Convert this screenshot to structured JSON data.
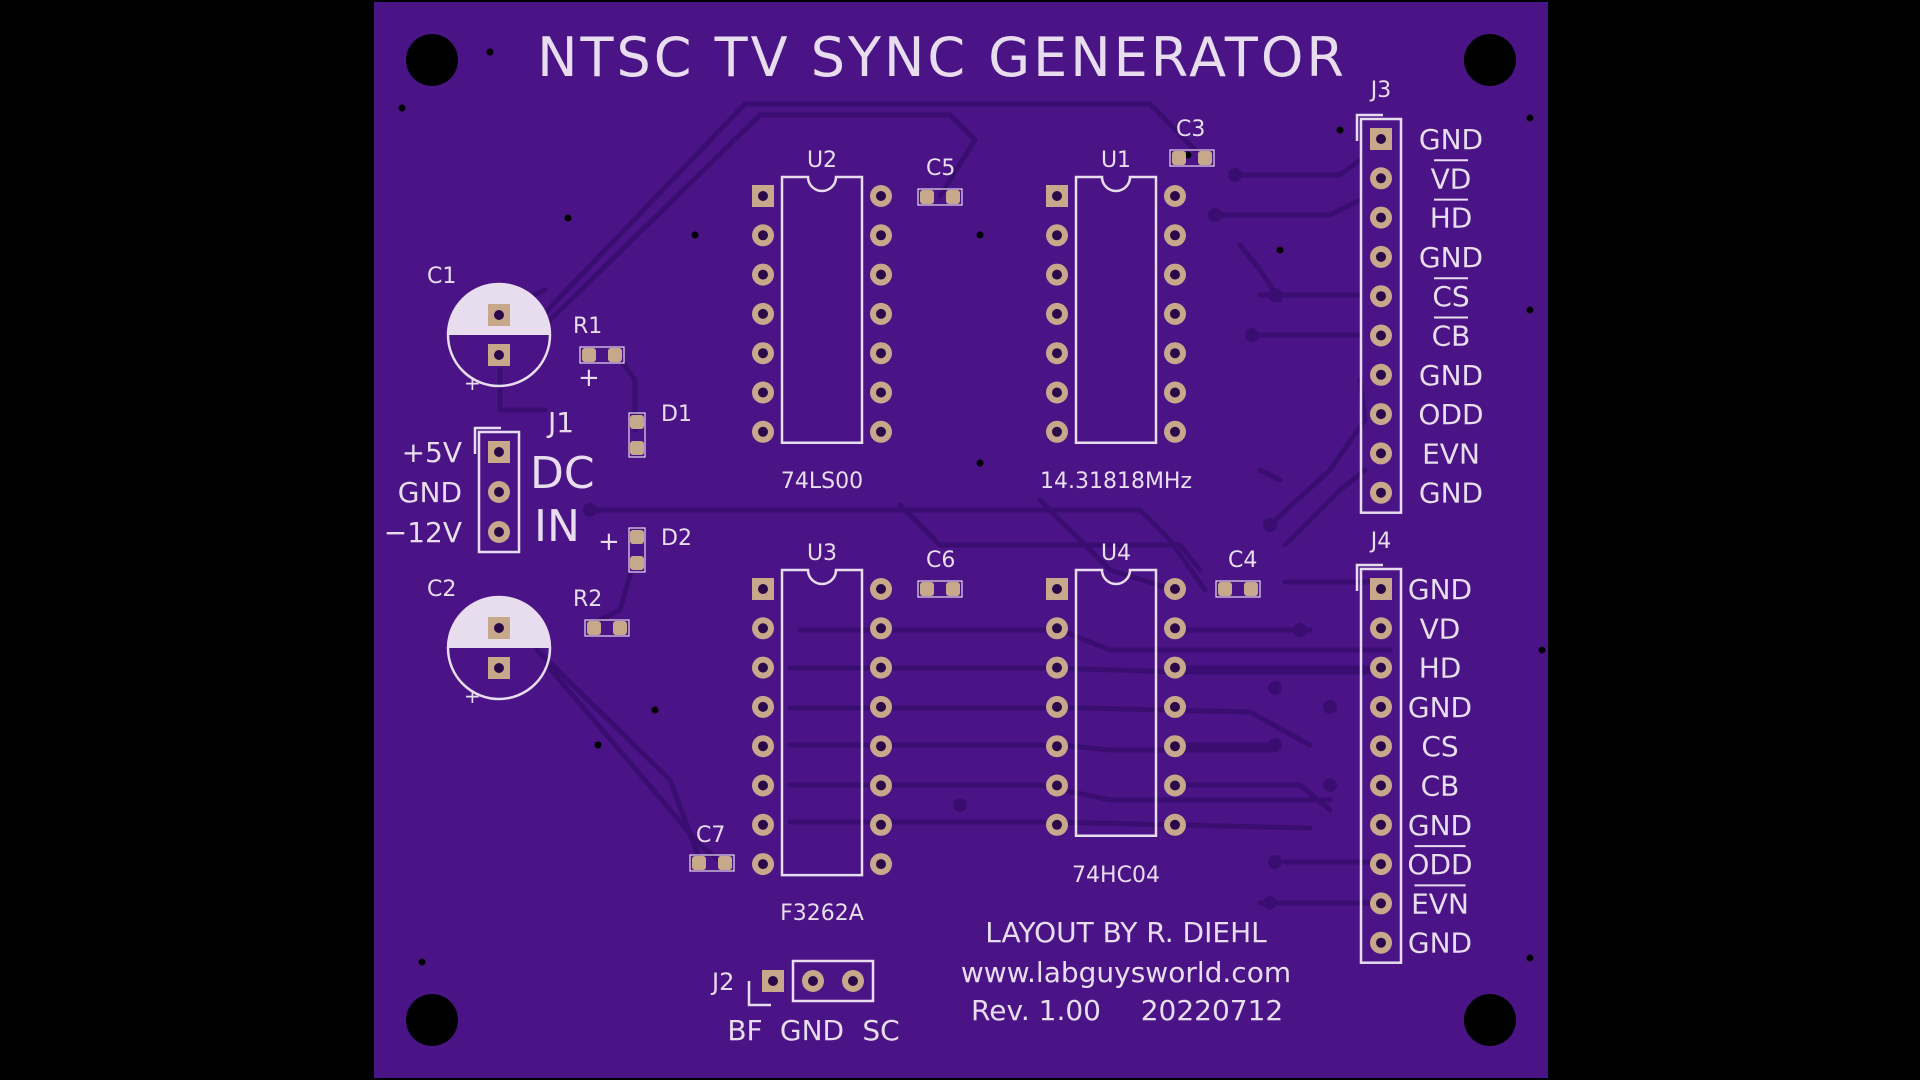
{
  "board": {
    "title": "NTSC TV SYNC GENERATOR",
    "credits": {
      "layout": "LAYOUT BY R. DIEHL",
      "url": "www.labguysworld.com",
      "revision": "Rev. 1.00",
      "date": "20220712"
    },
    "colors": {
      "background": "#000000",
      "board": "#4a1487",
      "trace": "#3a0d70",
      "silkscreen": "#e8dcef",
      "pad": "#c8a88a"
    }
  },
  "ics": [
    {
      "ref": "U2",
      "value": "74LS00",
      "pins": 14
    },
    {
      "ref": "U1",
      "value": "14.31818MHz",
      "pins": 14
    },
    {
      "ref": "U3",
      "value": "F3262A",
      "pins": 16
    },
    {
      "ref": "U4",
      "value": "74HC04",
      "pins": 14
    }
  ],
  "passives": {
    "caps_smd": [
      "C3",
      "C5",
      "C6",
      "C4",
      "C7"
    ],
    "resistors": [
      "R1",
      "R2"
    ],
    "diodes": [
      "D1",
      "D2"
    ],
    "electrolytics": [
      "C1",
      "C2"
    ],
    "plus_mark": "+"
  },
  "j1": {
    "ref": "J1",
    "title_line1": "DC",
    "title_line2": "IN",
    "pins": [
      "+5V",
      "GND",
      "−12V"
    ]
  },
  "j2": {
    "ref": "J2",
    "pins": [
      "BF",
      "GND",
      "SC"
    ]
  },
  "j3": {
    "ref": "J3",
    "pins": [
      {
        "label": "GND",
        "overline": false
      },
      {
        "label": "VD",
        "overline": true
      },
      {
        "label": "HD",
        "overline": true
      },
      {
        "label": "GND",
        "overline": false
      },
      {
        "label": "CS",
        "overline": true
      },
      {
        "label": "CB",
        "overline": true
      },
      {
        "label": "GND",
        "overline": false
      },
      {
        "label": "ODD",
        "overline": false
      },
      {
        "label": "EVN",
        "overline": false
      },
      {
        "label": "GND",
        "overline": false
      }
    ]
  },
  "j4": {
    "ref": "J4",
    "pins": [
      {
        "label": "GND",
        "overline": false
      },
      {
        "label": "VD",
        "overline": false
      },
      {
        "label": "HD",
        "overline": false
      },
      {
        "label": "GND",
        "overline": false
      },
      {
        "label": "CS",
        "overline": false
      },
      {
        "label": "CB",
        "overline": false
      },
      {
        "label": "GND",
        "overline": false
      },
      {
        "label": "ODD",
        "overline": true
      },
      {
        "label": "EVN",
        "overline": true
      },
      {
        "label": "GND",
        "overline": false
      }
    ]
  }
}
